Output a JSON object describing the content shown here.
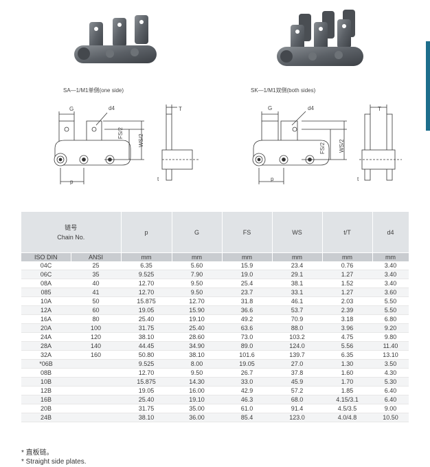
{
  "captions": {
    "left": "SA—1/M1单侧(one side)",
    "right": "SK—1/M1双侧(both sides)"
  },
  "dim_labels": {
    "G": "G",
    "d4": "d4",
    "FS2": "FS/2",
    "WS2": "WS/2",
    "p": "p",
    "T": "T",
    "t": "t"
  },
  "table": {
    "header_cn": "链号",
    "header_en": "Chain No.",
    "columns": [
      "p",
      "G",
      "FS",
      "WS",
      "t/T",
      "d4"
    ],
    "subheaders": [
      "ISO DIN",
      "ANSI",
      "mm",
      "mm",
      "mm",
      "mm",
      "mm",
      "mm"
    ],
    "rows": [
      [
        "04C",
        "25",
        "6.35",
        "5.60",
        "15.9",
        "23.4",
        "0.76",
        "3.40"
      ],
      [
        "06C",
        "35",
        "9.525",
        "7.90",
        "19.0",
        "29.1",
        "1.27",
        "3.40"
      ],
      [
        "08A",
        "40",
        "12.70",
        "9.50",
        "25.4",
        "38.1",
        "1.52",
        "3.40"
      ],
      [
        "085",
        "41",
        "12.70",
        "9.50",
        "23.7",
        "33.1",
        "1.27",
        "3.60"
      ],
      [
        "10A",
        "50",
        "15.875",
        "12.70",
        "31.8",
        "46.1",
        "2.03",
        "5.50"
      ],
      [
        "12A",
        "60",
        "19.05",
        "15.90",
        "36.6",
        "53.7",
        "2.39",
        "5.50"
      ],
      [
        "16A",
        "80",
        "25.40",
        "19.10",
        "49.2",
        "70.9",
        "3.18",
        "6.80"
      ],
      [
        "20A",
        "100",
        "31.75",
        "25.40",
        "63.6",
        "88.0",
        "3.96",
        "9.20"
      ],
      [
        "24A",
        "120",
        "38.10",
        "28.60",
        "73.0",
        "103.2",
        "4.75",
        "9.80"
      ],
      [
        "28A",
        "140",
        "44.45",
        "34.90",
        "89.0",
        "124.0",
        "5.56",
        "11.40"
      ],
      [
        "32A",
        "160",
        "50.80",
        "38.10",
        "101.6",
        "139.7",
        "6.35",
        "13.10"
      ],
      [
        "*06B",
        "",
        "9.525",
        "8.00",
        "19.05",
        "27.0",
        "1.30",
        "3.50"
      ],
      [
        "08B",
        "",
        "12.70",
        "9.50",
        "26.7",
        "37.8",
        "1.60",
        "4.30"
      ],
      [
        "10B",
        "",
        "15.875",
        "14.30",
        "33.0",
        "45.9",
        "1.70",
        "5.30"
      ],
      [
        "12B",
        "",
        "19.05",
        "16.00",
        "42.9",
        "57.2",
        "1.85",
        "6.40"
      ],
      [
        "16B",
        "",
        "25.40",
        "19.10",
        "46.3",
        "68.0",
        "4.15/3.1",
        "6.40"
      ],
      [
        "20B",
        "",
        "31.75",
        "35.00",
        "61.0",
        "91.4",
        "4.5/3.5",
        "9.00"
      ],
      [
        "24B",
        "",
        "38.10",
        "36.00",
        "85.4",
        "123.0",
        "4.0/4.8",
        "10.50"
      ]
    ]
  },
  "notes": {
    "cn": "* 直板链。",
    "en": "* Straight side plates."
  },
  "colors": {
    "accent": "#1d6e8c",
    "header_bg": "#e0e3e6",
    "subheader_bg": "#c9ccd0"
  }
}
